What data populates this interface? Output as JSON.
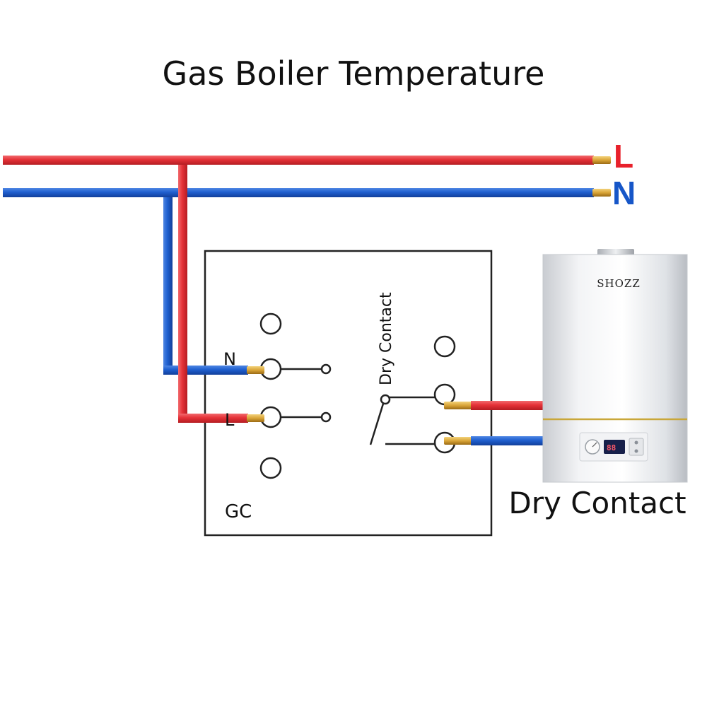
{
  "title": "Gas Boiler Temperature",
  "bus": {
    "live_label": "L",
    "neutral_label": "N",
    "live_color": "#e53238",
    "neutral_color": "#1f5fcf",
    "live_text_color": "#e8212b",
    "neutral_text_color": "#1656c8",
    "tip_color": "#d9a437"
  },
  "controller": {
    "label": "GC",
    "terminal_n_label": "N",
    "terminal_l_label": "L",
    "dry_contact_label": "Dry Contact"
  },
  "boiler": {
    "brand": "SHOZZ",
    "lcd_digits": "88",
    "caption": "Dry Contact"
  }
}
